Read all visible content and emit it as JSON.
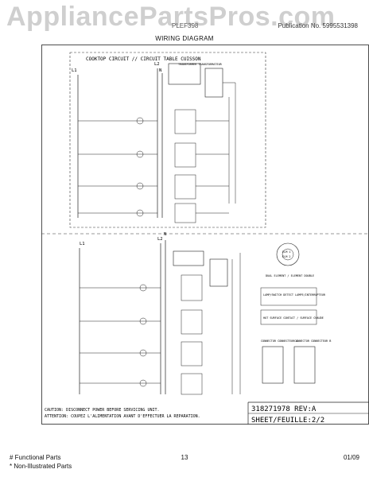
{
  "watermark": "AppliancePartsPros.com",
  "header": {
    "model_fragment": "PLEF398",
    "publication": "Publication No. 5995531398",
    "title": "WIRING DIAGRAM"
  },
  "diagram": {
    "top_title": "COOKTOP CIRCUIT // CIRCUIT TABLE CUISSON",
    "top_line_labels": {
      "l1": "L1",
      "l2": "L2",
      "n": "N"
    },
    "bottom_line_labels": {
      "l1": "L1",
      "l2": "L2",
      "n": "N"
    },
    "transformer": "TRANSFORMER TRANSFORMATEUR",
    "element_label": "DUAL ELEMENT / ELEMENT DOUBLE",
    "elem_tags": [
      "ELM 1",
      "ELM 2"
    ],
    "lamp_label": "LAMP/SWITCH DETECT LAMPE/INTERRUPTEUR",
    "hot_surface": "HOT SURFACE CONTACT / SURFACE CHAUDE",
    "connector_a": "CONNECTOR CONNECTEUR A",
    "connector_b": "CONNECTOR CONNECTEUR B",
    "caution_en": "CAUTION: DISCONNECT POWER BEFORE SERVICING UNIT.",
    "caution_fr": "ATTENTION: COUPEZ L'ALIMENTATION AVANT D'EFFECTUER LA REPARATION.",
    "doc_number": "318271978 REV:A",
    "sheet": "SHEET/FEUILLE:2/2"
  },
  "footer": {
    "functional": "# Functional Parts",
    "non_illustrated": "* Non-Illustrated Parts",
    "page": "13",
    "date": "01/09"
  }
}
